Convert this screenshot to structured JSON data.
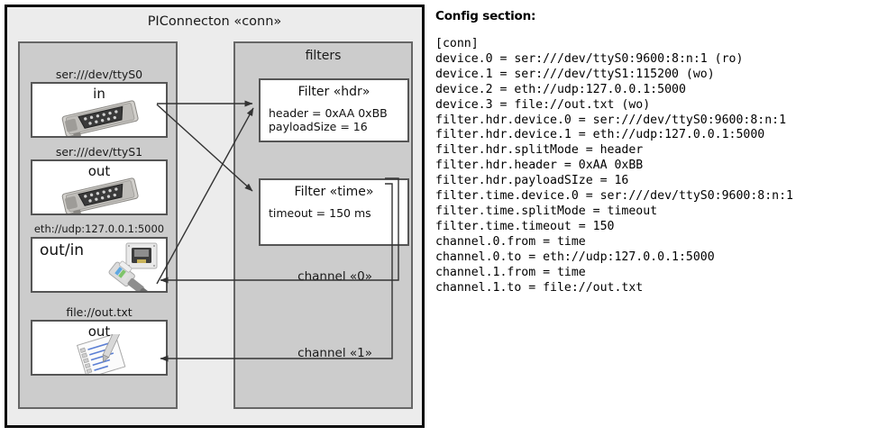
{
  "diagram": {
    "title": "PIConnecton «conn»",
    "devices_panel": {
      "title": "",
      "items": [
        {
          "label": "ser:///dev/ttyS0",
          "io": "in",
          "icon": "serial-connector-icon"
        },
        {
          "label": "ser:///dev/ttyS1",
          "io": "out",
          "icon": "serial-connector-icon"
        },
        {
          "label": "eth://udp:127.0.0.1:5000",
          "io": "out/in",
          "icon": "ethernet-plug-icon"
        },
        {
          "label": "file://out.txt",
          "io": "out",
          "icon": "notepad-document-icon"
        }
      ]
    },
    "filters_panel": {
      "title": "filters",
      "filters": [
        {
          "title": "Filter «hdr»",
          "props": [
            "header = 0xAA 0xBB",
            "payloadSize = 16"
          ]
        },
        {
          "title": "Filter «time»",
          "props": [
            "timeout = 150 ms"
          ]
        }
      ]
    },
    "channels": [
      {
        "label": "channel «0»"
      },
      {
        "label": "channel «1»"
      }
    ]
  },
  "config": {
    "heading": "Config section:",
    "lines": [
      "[conn]",
      "device.0 = ser:///dev/ttyS0:9600:8:n:1 (ro)",
      "device.1 = ser:///dev/ttyS1:115200 (wo)",
      "device.2 = eth://udp:127.0.0.1:5000",
      "device.3 = file://out.txt (wo)",
      "filter.hdr.device.0 = ser:///dev/ttyS0:9600:8:n:1",
      "filter.hdr.device.1 = eth://udp:127.0.0.1:5000",
      "filter.hdr.splitMode = header",
      "filter.hdr.header = 0xAA 0xBB",
      "filter.hdr.payloadSIze = 16",
      "filter.time.device.0 = ser:///dev/ttyS0:9600:8:n:1",
      "filter.time.splitMode = timeout",
      "filter.time.timeout = 150",
      "channel.0.from = time",
      "channel.0.to = eth://udp:127.0.0.1:5000",
      "channel.1.from = time",
      "channel.1.to = file://out.txt"
    ]
  },
  "colors": {
    "frame_border": "#0a0a0a",
    "frame_fill": "#ececec",
    "panel_fill": "#cccccc",
    "panel_border": "#666666",
    "box_fill": "#ffffff",
    "box_border": "#555555",
    "connector_line": "#333333"
  }
}
